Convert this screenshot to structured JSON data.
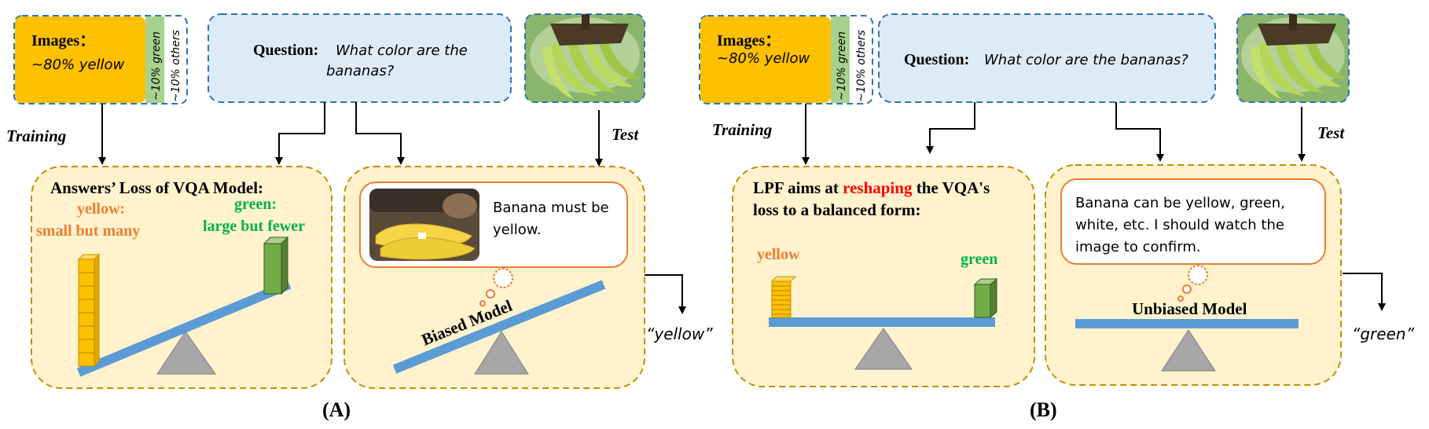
{
  "panel_a": {
    "images_title": "Images：",
    "images_yellow_pct": "~80% yellow",
    "images_green_pct": "~10% green",
    "images_others_pct": "~10% others",
    "question_label": "Question:",
    "question_text_line1": "What color are the",
    "question_text_line2": "bananas?",
    "training_label": "Training",
    "test_label": "Test",
    "loss_title": "Answers’ Loss of VQA Model:",
    "yellow_label": "yellow:",
    "yellow_desc": "small but many",
    "green_label": "green:",
    "green_desc": "large but fewer",
    "bubble_line1": "Banana must be",
    "bubble_line2": "yellow.",
    "model_label": "Biased Model",
    "answer": "“yellow”",
    "caption": "(A)"
  },
  "panel_b": {
    "images_title": "Images：",
    "images_yellow_pct": "~80% yellow",
    "images_green_pct": "~10% green",
    "images_others_pct": "~10% others",
    "question_label": "Question:",
    "question_text": "What color are the bananas?",
    "training_label": "Training",
    "test_label": "Test",
    "lpf_prefix": "LPF aims at ",
    "lpf_highlight": "reshaping",
    "lpf_suffix": " the VQA's",
    "lpf_line2": "loss to a balanced form:",
    "yellow_label": "yellow",
    "green_label": "green",
    "bubble_line1": "Banana can be yellow, green,",
    "bubble_line2": "white, etc. I should watch the",
    "bubble_line3": "image to confirm.",
    "model_label": "Unbiased Model",
    "answer": "“green”",
    "caption": "(B)"
  },
  "colors": {
    "yellow_bar": "#FFC000",
    "green_bar": "#70AD47",
    "beam": "#5B9BD5",
    "question_box": "#DDEBF7",
    "panel_bg": "#FFF2CC",
    "panel_border": "#BF9000",
    "dashed_blue": "#2E75B6",
    "orange_text": "#ED7D31",
    "green_text": "#00B050",
    "red_text": "#FF0000",
    "bubble_border": "#ED7D31"
  }
}
